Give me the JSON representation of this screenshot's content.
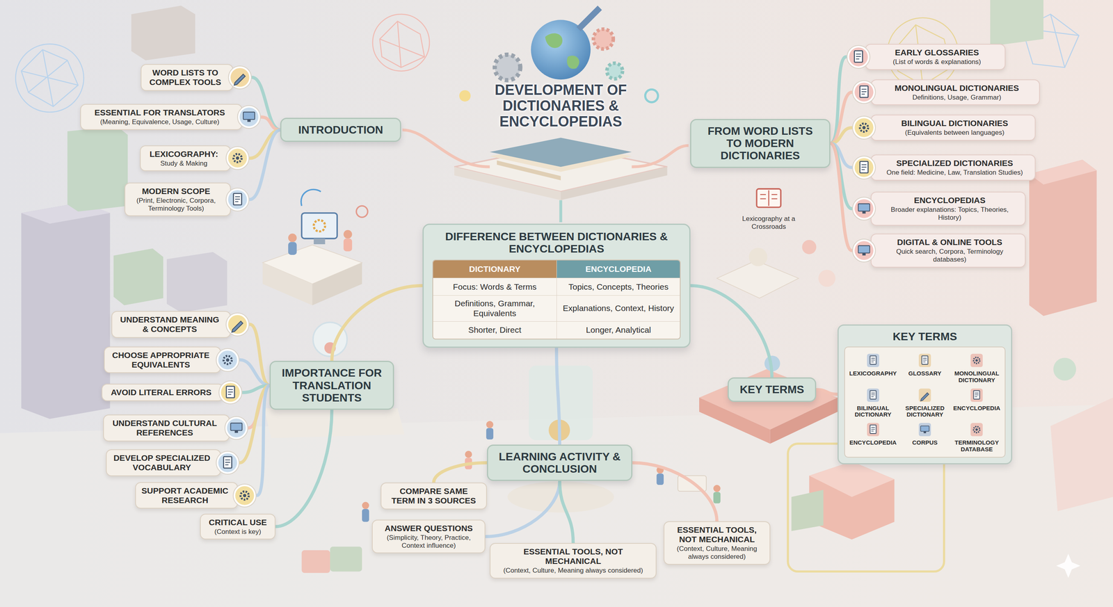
{
  "diagram": {
    "title": "DEVELOPMENT OF DICTIONARIES & ENCYCLOPEDIAS",
    "nodes": [
      {
        "text": [
          "INTRODUCTION"
        ]
      },
      {
        "text": [
          "WORD LISTS TO COMPLEX TOOLS"
        ]
      },
      {
        "text": [
          "ESSENTIAL FOR TRANSLATORS",
          "(Meaning, Equivalence, Usage, Culture)"
        ]
      },
      {
        "text": [
          "LEXICOGRAPHY:",
          "Study & Making"
        ]
      },
      {
        "text": [
          "MODERN SCOPE",
          "(Print, Electronic, Corpora, Terminology Tools)"
        ]
      },
      {
        "text": [
          "FROM WORD LISTS TO MODERN DICTIONARIES"
        ]
      },
      {
        "text": [
          "EARLY GLOSSARIES",
          "(List of words & explanations)"
        ]
      },
      {
        "text": [
          "MONOLINGUAL DICTIONARIES",
          "Definitions, Usage, Grammar)"
        ]
      },
      {
        "text": [
          "BILINGUAL DICTIONARIES",
          "(Equivalents between languages)"
        ]
      },
      {
        "text": [
          "SPECIALIZED DICTIONARIES",
          "One field: Medicine, Law, Translation Studies)"
        ]
      },
      {
        "text": [
          "ENCYCLOPEDIAS",
          "Broader explanations: Topics, Theories, History)"
        ]
      },
      {
        "text": [
          "DIGITAL & ONLINE TOOLS",
          "Quick search, Corpora, Terminology databases)"
        ]
      },
      {
        "text": [
          "DIFFERENCE BETWEEN DICTIONARIES & ENCYCLOPEDIAS"
        ]
      },
      {
        "text": [
          "IMPORTANCE FOR TRANSLATION STUDENTS"
        ]
      },
      {
        "text": [
          "UNDERSTAND MEANING & CONCEPTS"
        ]
      },
      {
        "text": [
          "CHOOSE APPROPRIATE EQUIVALENTS"
        ]
      },
      {
        "text": [
          "AVOID LITERAL ERRORS"
        ]
      },
      {
        "text": [
          "UNDERSTAND CULTURAL REFERENCES"
        ]
      },
      {
        "text": [
          "DEVELOP SPECIALIZED VOCABULARY"
        ]
      },
      {
        "text": [
          "SUPPORT ACADEMIC RESEARCH"
        ]
      },
      {
        "text": [
          "CRITICAL USE",
          "(Context is key)"
        ]
      },
      {
        "text": [
          "KEY TERMS"
        ]
      },
      {
        "text": [
          "KEY TERMS"
        ]
      },
      {
        "text": [
          "LEARNING ACTIVITY & CONCLUSION"
        ]
      },
      {
        "text": [
          "COMPARE SAME TERM IN 3 SOURCES"
        ]
      },
      {
        "text": [
          "ANSWER QUESTIONS",
          "(Simplicity, Theory, Practice, Context influence)"
        ]
      },
      {
        "text": [
          "ESSENTIAL TOOLS, NOT MECHANICAL",
          "(Context, Culture, Meaning always considered)"
        ]
      },
      {
        "text": [
          "ESSENTIAL TOOLS, NOT MECHANICAL",
          "(Context, Culture, Meaning always considered)"
        ]
      }
    ],
    "edges": [
      {
        "from": 0,
        "to": 1,
        "arrow": "none"
      },
      {
        "from": 0,
        "to": 2,
        "arrow": "none"
      },
      {
        "from": 0,
        "to": 3,
        "arrow": "none"
      },
      {
        "from": 0,
        "to": 4,
        "arrow": "none"
      },
      {
        "from": 5,
        "to": 6,
        "arrow": "none"
      },
      {
        "from": 5,
        "to": 7,
        "arrow": "none"
      },
      {
        "from": 5,
        "to": 8,
        "arrow": "none"
      },
      {
        "from": 5,
        "to": 9,
        "arrow": "none"
      },
      {
        "from": 5,
        "to": 10,
        "arrow": "none"
      },
      {
        "from": 5,
        "to": 11,
        "arrow": "none"
      },
      {
        "from": 13,
        "to": 14,
        "arrow": "none"
      },
      {
        "from": 13,
        "to": 15,
        "arrow": "none"
      },
      {
        "from": 13,
        "to": 16,
        "arrow": "none"
      },
      {
        "from": 13,
        "to": 17,
        "arrow": "none"
      },
      {
        "from": 13,
        "to": 18,
        "arrow": "none"
      },
      {
        "from": 13,
        "to": 19,
        "arrow": "none"
      },
      {
        "from": 13,
        "to": 20,
        "arrow": "none"
      },
      {
        "from": 21,
        "to": 22,
        "arrow": "none"
      },
      {
        "from": 23,
        "to": 24,
        "arrow": "none"
      },
      {
        "from": 23,
        "to": 25,
        "arrow": "none"
      },
      {
        "from": 23,
        "to": 26,
        "arrow": "none"
      },
      {
        "from": 23,
        "to": 27,
        "arrow": "none"
      },
      {
        "from": 12,
        "to": 13,
        "arrow": "none"
      },
      {
        "from": 12,
        "to": 23,
        "arrow": "none"
      },
      {
        "from": 12,
        "to": 21,
        "arrow": "none"
      }
    ],
    "labels": [
      "DICTIONARY",
      "ENCYCLOPEDIA",
      "Focus: Words & Terms",
      "Topics, Concepts, Theories",
      "Definitions, Grammar, Equivalents",
      "Explanations, Context, History",
      "Shorter, Direct",
      "Longer, Analytical",
      "Lexicography at a Crossroads",
      "LEXICOGRAPHY",
      "GLOSSARY",
      "MONOLINGUAL DICTIONARY",
      "BILINGUAL DICTIONARY",
      "SPECIALIZED DICTIONARY",
      "ENCYCLOPEDIA",
      "ENCYCLOPEDIA",
      "CORPUS",
      "TERMINOLOGY DATABASE"
    ]
  }
}
